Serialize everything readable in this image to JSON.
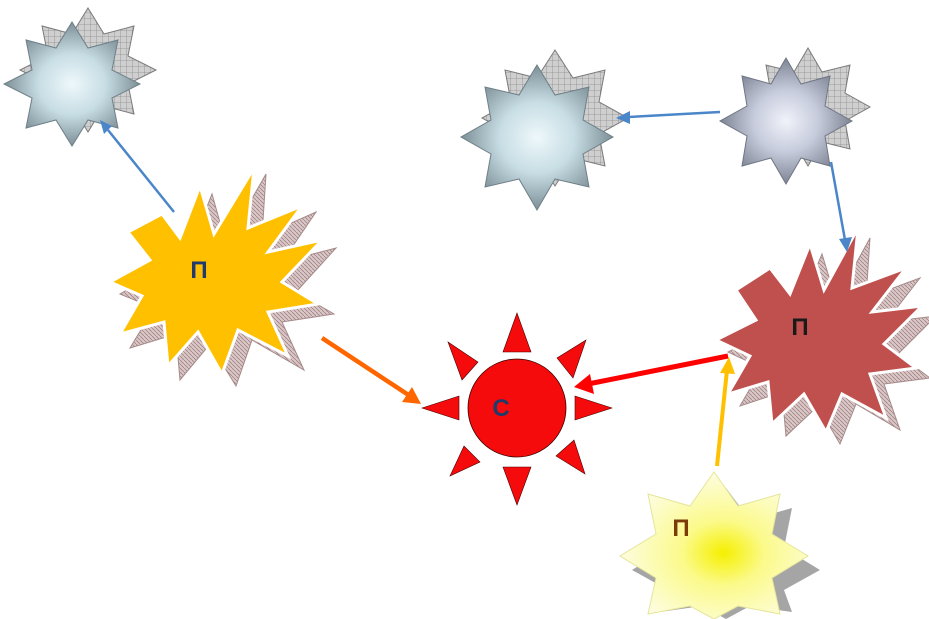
{
  "nodes": {
    "center": {
      "label": "С",
      "color": "#f50b0b",
      "label_color": "#1f3a6b"
    },
    "yellow_burst": {
      "label": "П",
      "color": "#ffc000",
      "label_color": "#1f3a6b"
    },
    "red_burst": {
      "label": "П",
      "color": "#c0504d",
      "label_color": "#1a1a1a"
    },
    "pale_star": {
      "label": "П",
      "color": "#ffff66",
      "label_color": "#7a3a0a"
    },
    "gray_stars": {
      "color": "#8a9ba8",
      "pattern": "grid"
    }
  },
  "arrows": {
    "blue": "#4a86c8",
    "orange": "#ff6600",
    "red": "#ff0000",
    "gold": "#ffc000"
  }
}
